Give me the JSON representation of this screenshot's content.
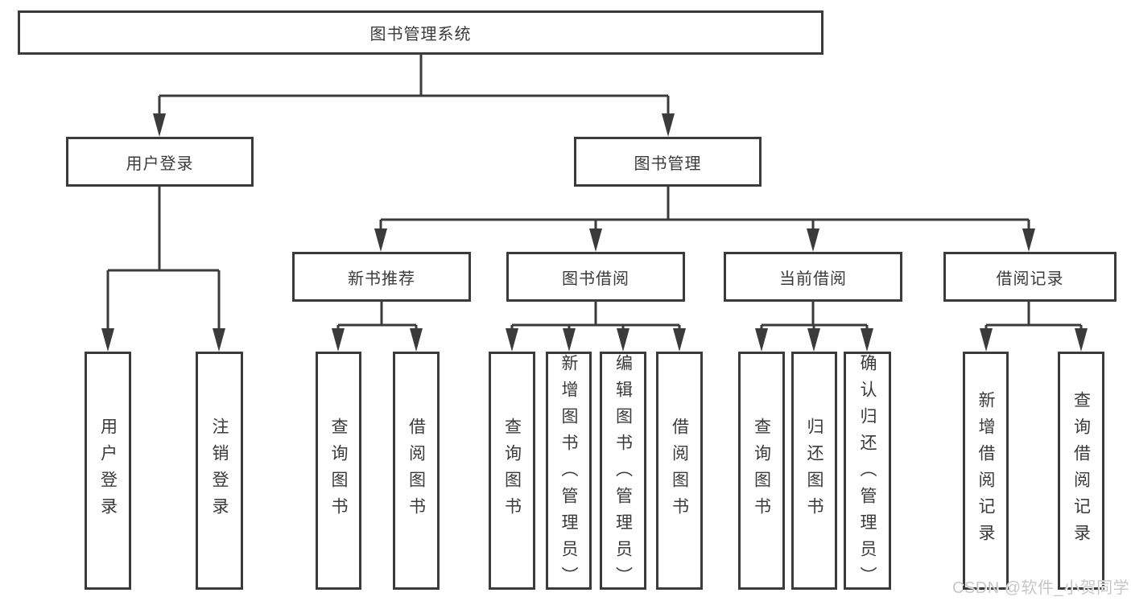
{
  "colors": {
    "line": "#3b3b3b",
    "text": "#3a3a3a",
    "box_background": "#ffffff",
    "watermark": "#c7c7c7"
  },
  "watermark": {
    "text": "CSDN @软件_小贺同学"
  },
  "nodes": {
    "root": "图书管理系统",
    "user_login": "用户登录",
    "book_mgmt": "图书管理",
    "new_book_rec": "新书推荐",
    "book_borrow": "图书借阅",
    "current_borrow": "当前借阅",
    "borrow_records": "借阅记录",
    "leaves": {
      "a1": "用户登录",
      "a2": "注销登录",
      "b1": "查询图书",
      "b2": "借阅图书",
      "c1": "查询图书",
      "c2": "新增图书（管理员）",
      "c3": "编辑图书（管理员）",
      "c4": "借阅图书",
      "d1": "查询图书",
      "d2": "归还图书",
      "d3": "确认归还（管理员）",
      "e1": "新增借阅记录",
      "e2": "查询借阅记录"
    }
  }
}
